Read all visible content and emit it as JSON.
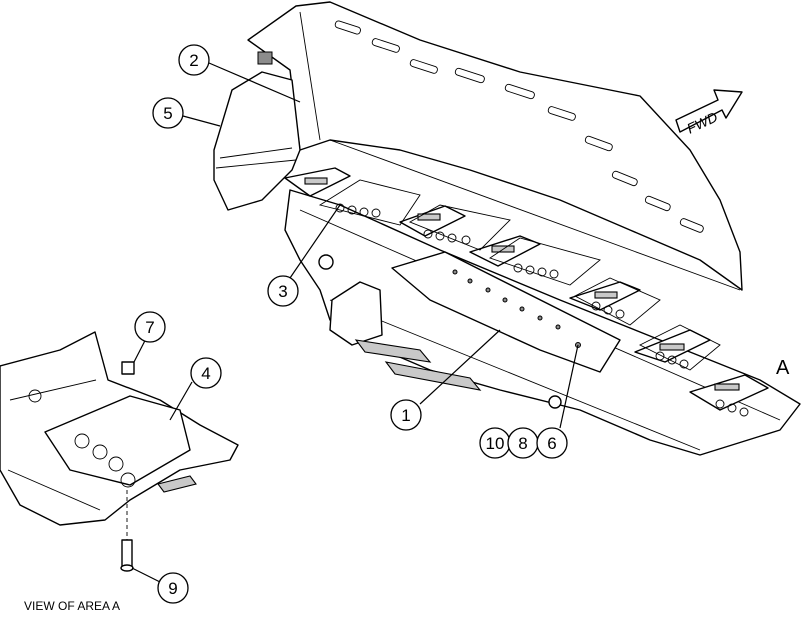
{
  "diagram": {
    "fwd_label": "FWD",
    "area_label": "A",
    "view_caption": "VIEW OF AREA A",
    "callouts": {
      "c1": "1",
      "c2": "2",
      "c3": "3",
      "c4": "4",
      "c5": "5",
      "c6": "6",
      "c7": "7",
      "c8": "8",
      "c9": "9",
      "c10": "10"
    }
  }
}
